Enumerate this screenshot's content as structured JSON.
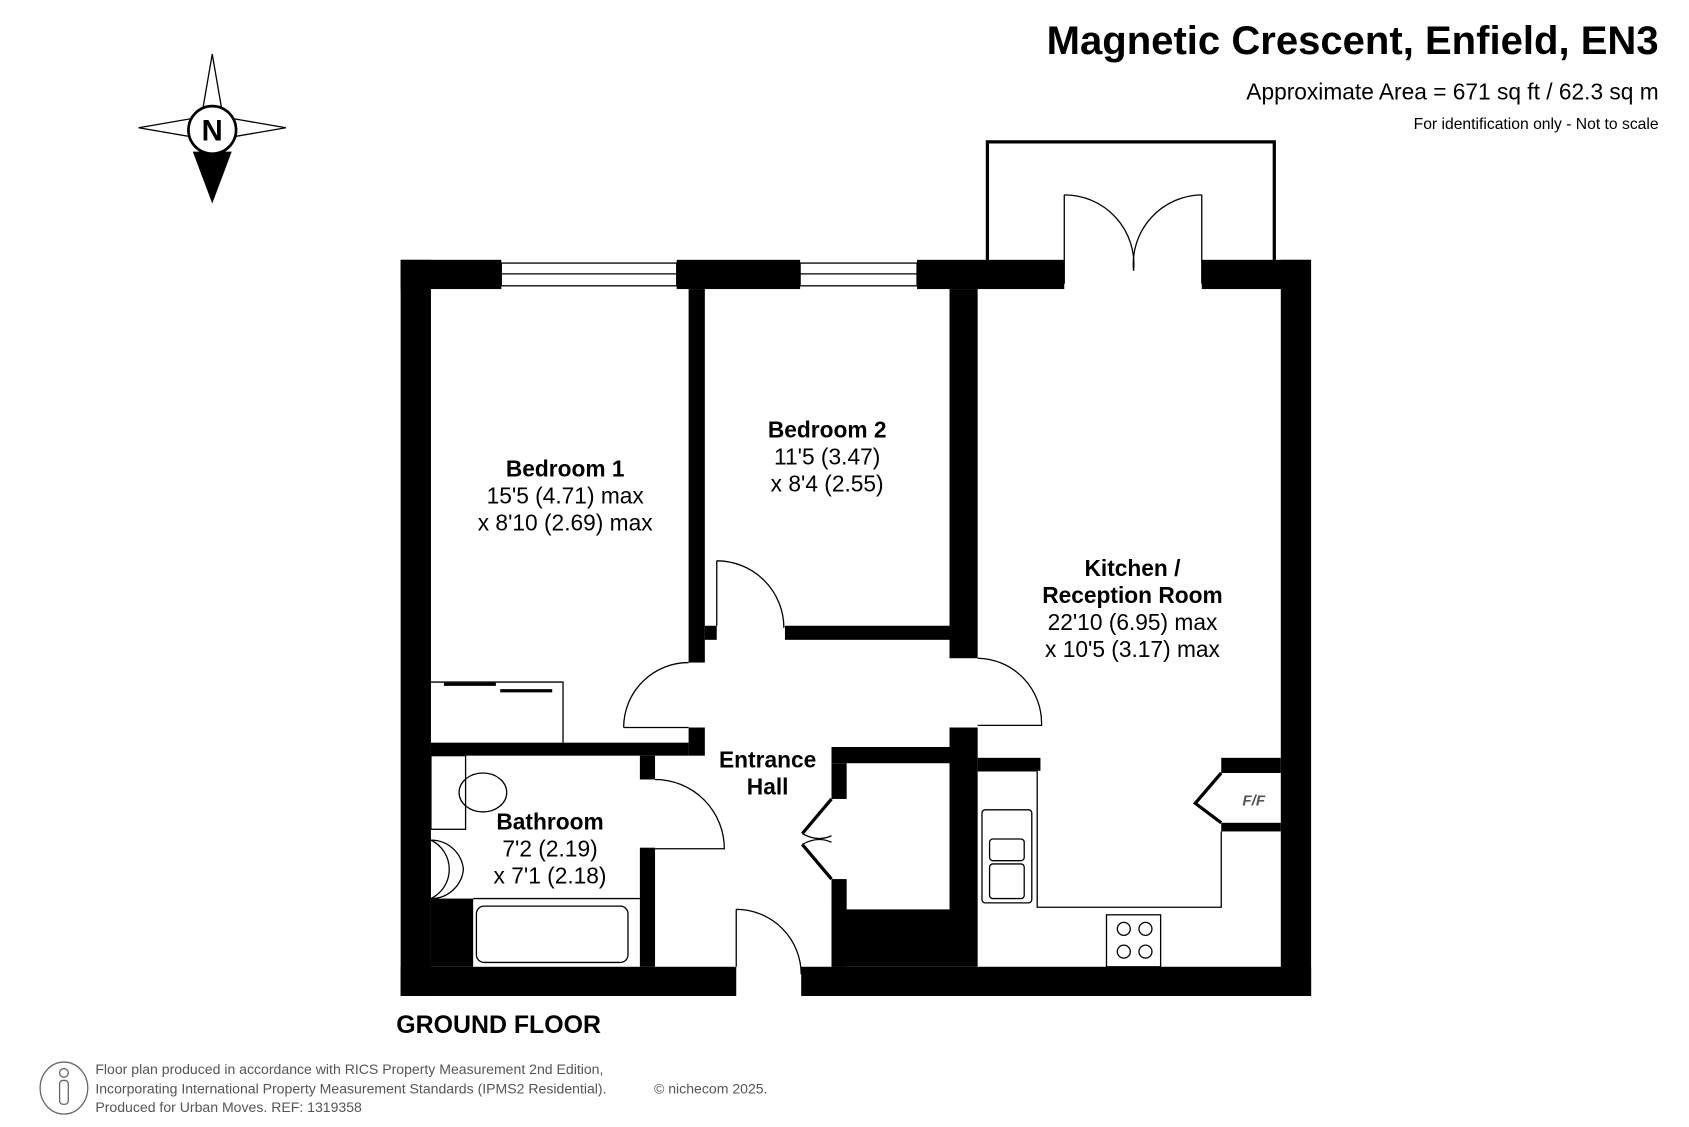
{
  "header": {
    "title": "Magnetic Crescent, Enfield, EN3",
    "area": "Approximate Area = 671 sq ft / 62.3 sq m",
    "note": "For identification only - Not to scale"
  },
  "compass": {
    "label": "N"
  },
  "rooms": {
    "bedroom1": {
      "name": "Bedroom 1",
      "dim1": "15'5 (4.71) max",
      "dim2": "x 8'10 (2.69) max"
    },
    "bedroom2": {
      "name": "Bedroom 2",
      "dim1": "11'5 (3.47)",
      "dim2": "x 8'4 (2.55)"
    },
    "kitchen": {
      "name1": "Kitchen /",
      "name2": "Reception Room",
      "dim1": "22'10 (6.95) max",
      "dim2": "x 10'5 (3.17) max"
    },
    "bathroom": {
      "name": "Bathroom",
      "dim1": "7'2 (2.19)",
      "dim2": "x 7'1 (2.18)"
    },
    "hall": {
      "name1": "Entrance",
      "name2": "Hall"
    },
    "fridge": {
      "label": "F/F"
    }
  },
  "floor_label": "GROUND FLOOR",
  "footer": {
    "line1": "Floor plan produced in accordance with RICS Property Measurement 2nd Edition,",
    "line2": "Incorporating International Property Measurement Standards (IPMS2 Residential).",
    "copyright": "© nichecom 2025.",
    "line3": "Produced for Urban Moves.   REF: 1319358"
  }
}
